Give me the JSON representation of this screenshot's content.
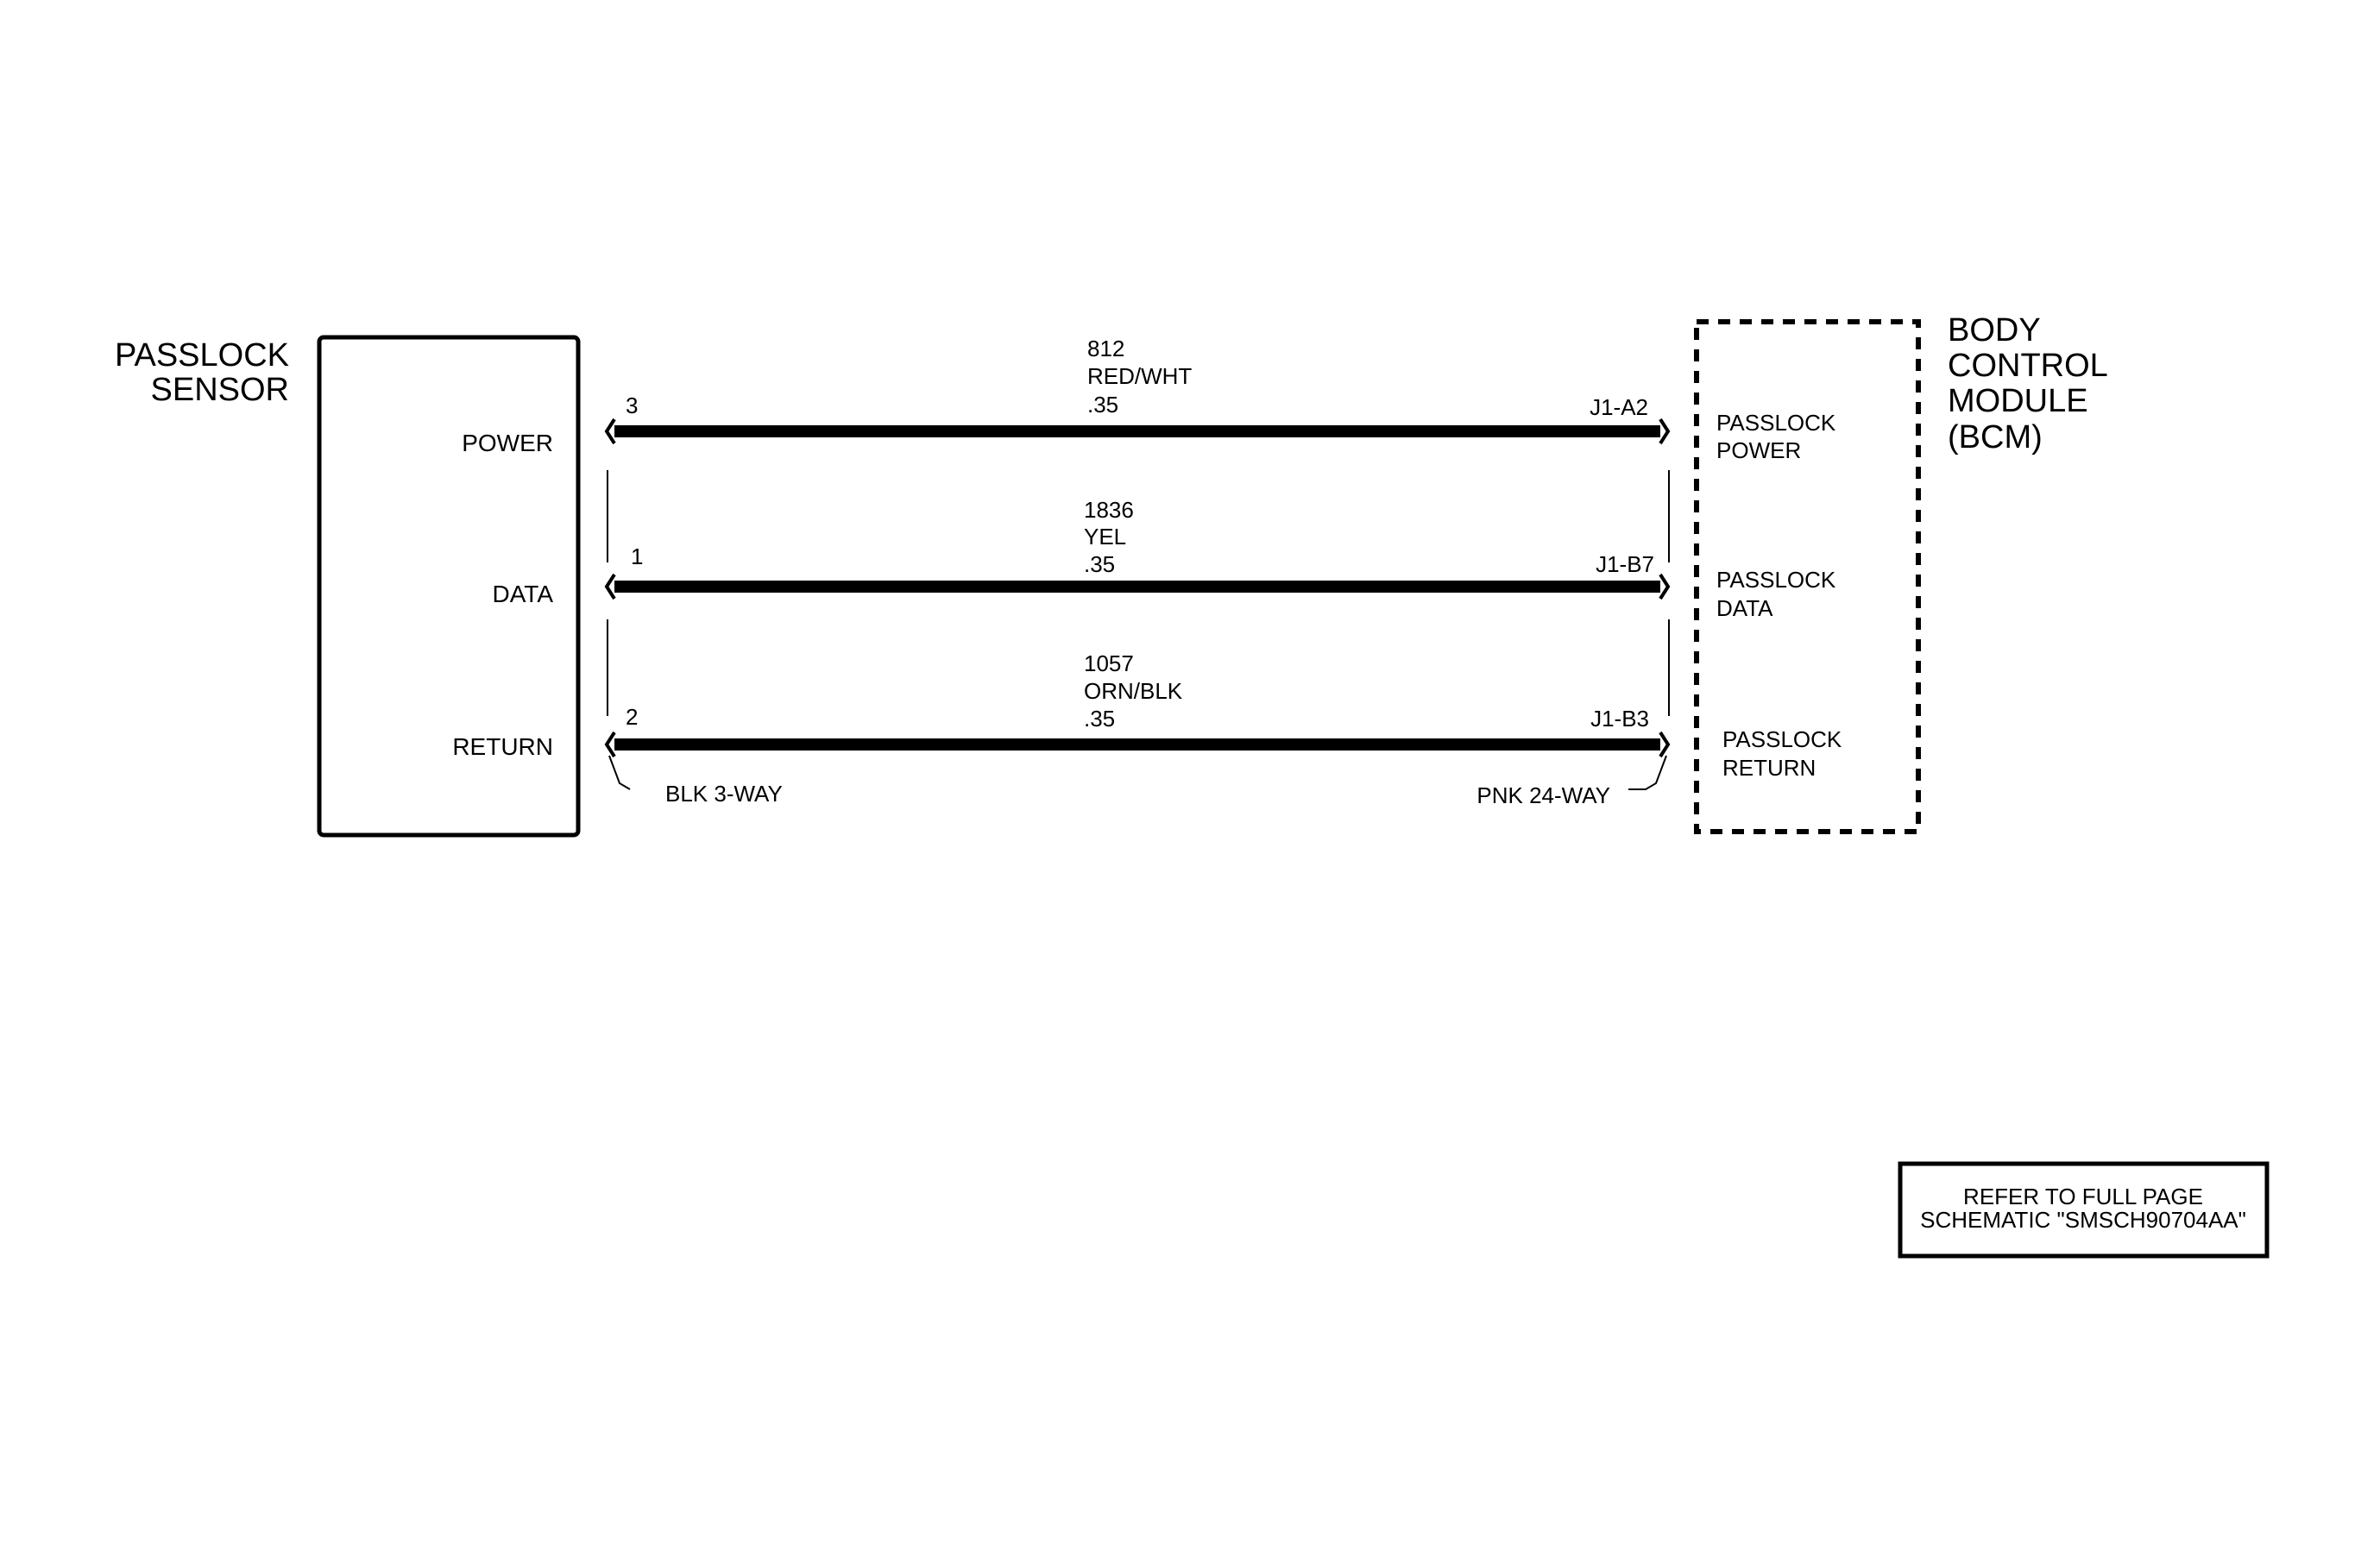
{
  "passlock_sensor": {
    "title_line1": "PASSLOCK",
    "title_line2": "SENSOR",
    "connector": "BLK 3-WAY",
    "pins": [
      {
        "function": "POWER",
        "pin": "3"
      },
      {
        "function": "DATA",
        "pin": "1"
      },
      {
        "function": "RETURN",
        "pin": "2"
      }
    ]
  },
  "bcm": {
    "title_line1": "BODY",
    "title_line2": "CONTROL",
    "title_line3": "MODULE",
    "title_line4": "(BCM)",
    "connector": "PNK 24-WAY",
    "pins": [
      {
        "pin": "J1-A2",
        "line1": "PASSLOCK",
        "line2": "POWER"
      },
      {
        "pin": "J1-B7",
        "line1": "PASSLOCK",
        "line2": "DATA"
      },
      {
        "pin": "J1-B3",
        "line1": "PASSLOCK",
        "line2": "RETURN"
      }
    ]
  },
  "wires": [
    {
      "circuit": "812",
      "color": "RED/WHT",
      "gauge": ".35"
    },
    {
      "circuit": "1836",
      "color": "YEL",
      "gauge": ".35"
    },
    {
      "circuit": "1057",
      "color": "ORN/BLK",
      "gauge": ".35"
    }
  ],
  "note": {
    "line1": "REFER TO FULL PAGE",
    "line2": "SCHEMATIC \"SMSCH90704AA\""
  }
}
